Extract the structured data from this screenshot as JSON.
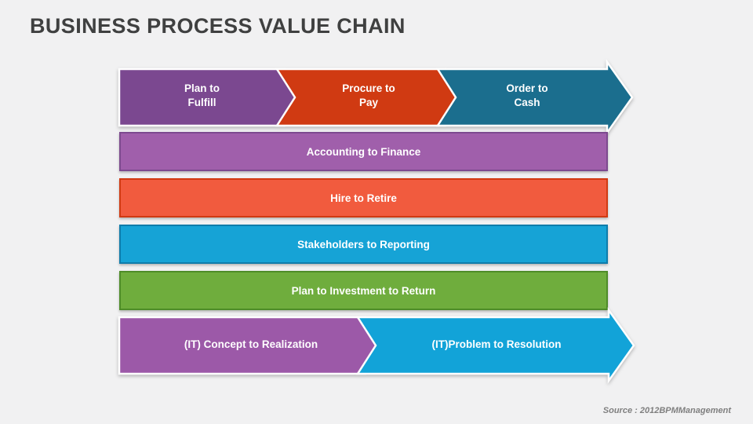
{
  "title": "BUSINESS PROCESS VALUE CHAIN",
  "source": "Source : 2012BPMManagement",
  "top_arrows": [
    {
      "line1": "Plan to",
      "line2": "Fulfill",
      "fill": "#7b4890"
    },
    {
      "line1": "Procure to",
      "line2": "Pay",
      "fill": "#d03a12"
    },
    {
      "line1": "Order to",
      "line2": "Cash",
      "fill": "#1b6e8e"
    }
  ],
  "bars": [
    {
      "label": "Accounting to Finance",
      "fill": "#a05fab",
      "border": "#7d4a8f"
    },
    {
      "label": "Hire to Retire",
      "fill": "#f15b3e",
      "border": "#d03a12"
    },
    {
      "label": "Stakeholders to Reporting",
      "fill": "#16a3d6",
      "border": "#0e7cab"
    },
    {
      "label": "Plan to Investment to Return",
      "fill": "#6fad3d",
      "border": "#4e8c28"
    }
  ],
  "bottom_arrows": [
    {
      "label": "(IT) Concept to Realization",
      "fill": "#9c59a8"
    },
    {
      "label": "(IT)Problem to Resolution",
      "fill": "#12a3d8"
    }
  ]
}
